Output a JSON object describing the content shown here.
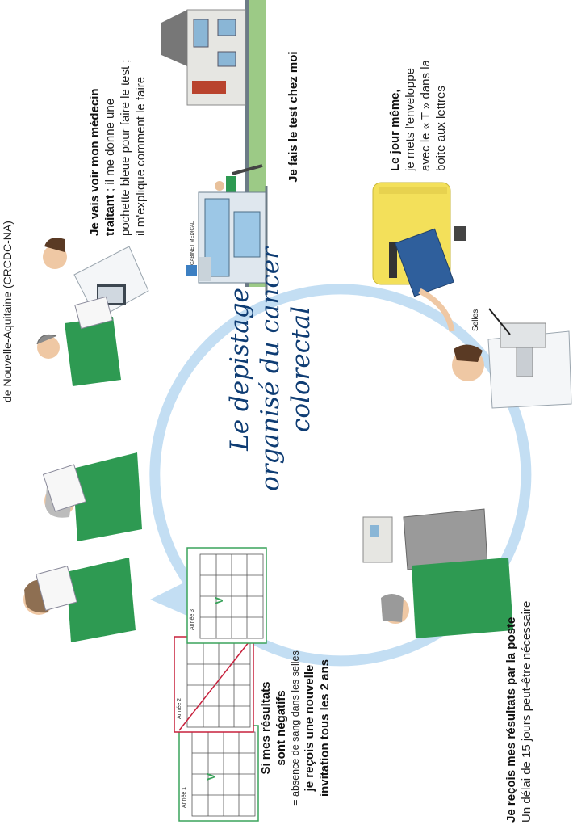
{
  "header_fragment": "de Nouvelle-Aquitaine (CRCDC-NA)",
  "title": {
    "line1": "Le depistage",
    "line2": "organisé du cancer",
    "line3": "colorectal"
  },
  "steps": {
    "doctor": {
      "bold_line1": "Je vais voir mon médecin",
      "bold_part2": "traitant",
      "normal_part2": " ; il me donne une",
      "line3": "pochette bleue pour faire le test ;",
      "line4": "il m'explique comment le faire"
    },
    "home_test": {
      "label": "Je fais le test chez moi"
    },
    "mail": {
      "bold": "Le jour même,",
      "line2": "je mets l'enveloppe",
      "line3": "avec le « T » dans la",
      "line4": "boite aux lettres"
    },
    "lab": {
      "label": "Selles"
    },
    "results": {
      "bold": "Je reçois mes résultats par la poste",
      "normal": "Un délai de 15 jours peut-être nécessaire"
    },
    "negative": {
      "bold1": "Si mes résultats",
      "bold2": "sont négatifs",
      "normal": "= absence de sang dans les selles",
      "bold3": "je reçois une nouvelle",
      "bold4": "invitation tous les 2 ans"
    }
  },
  "building_sign": "CABINET MEDICAL",
  "calendars": [
    {
      "label": "Année 1",
      "border": "#3aa35b",
      "crossed": false
    },
    {
      "label": "Année 2",
      "border": "#c7203c",
      "crossed": true
    },
    {
      "label": "Année 3",
      "border": "#3aa35b",
      "crossed": false
    }
  ],
  "colors": {
    "cycle_arrow": "#c3def3",
    "title_text": "#0e3c73",
    "green_shirt": "#2e9a52",
    "mailbox_yellow": "#f3e05a",
    "envelope_blue": "#2f5f9c"
  }
}
